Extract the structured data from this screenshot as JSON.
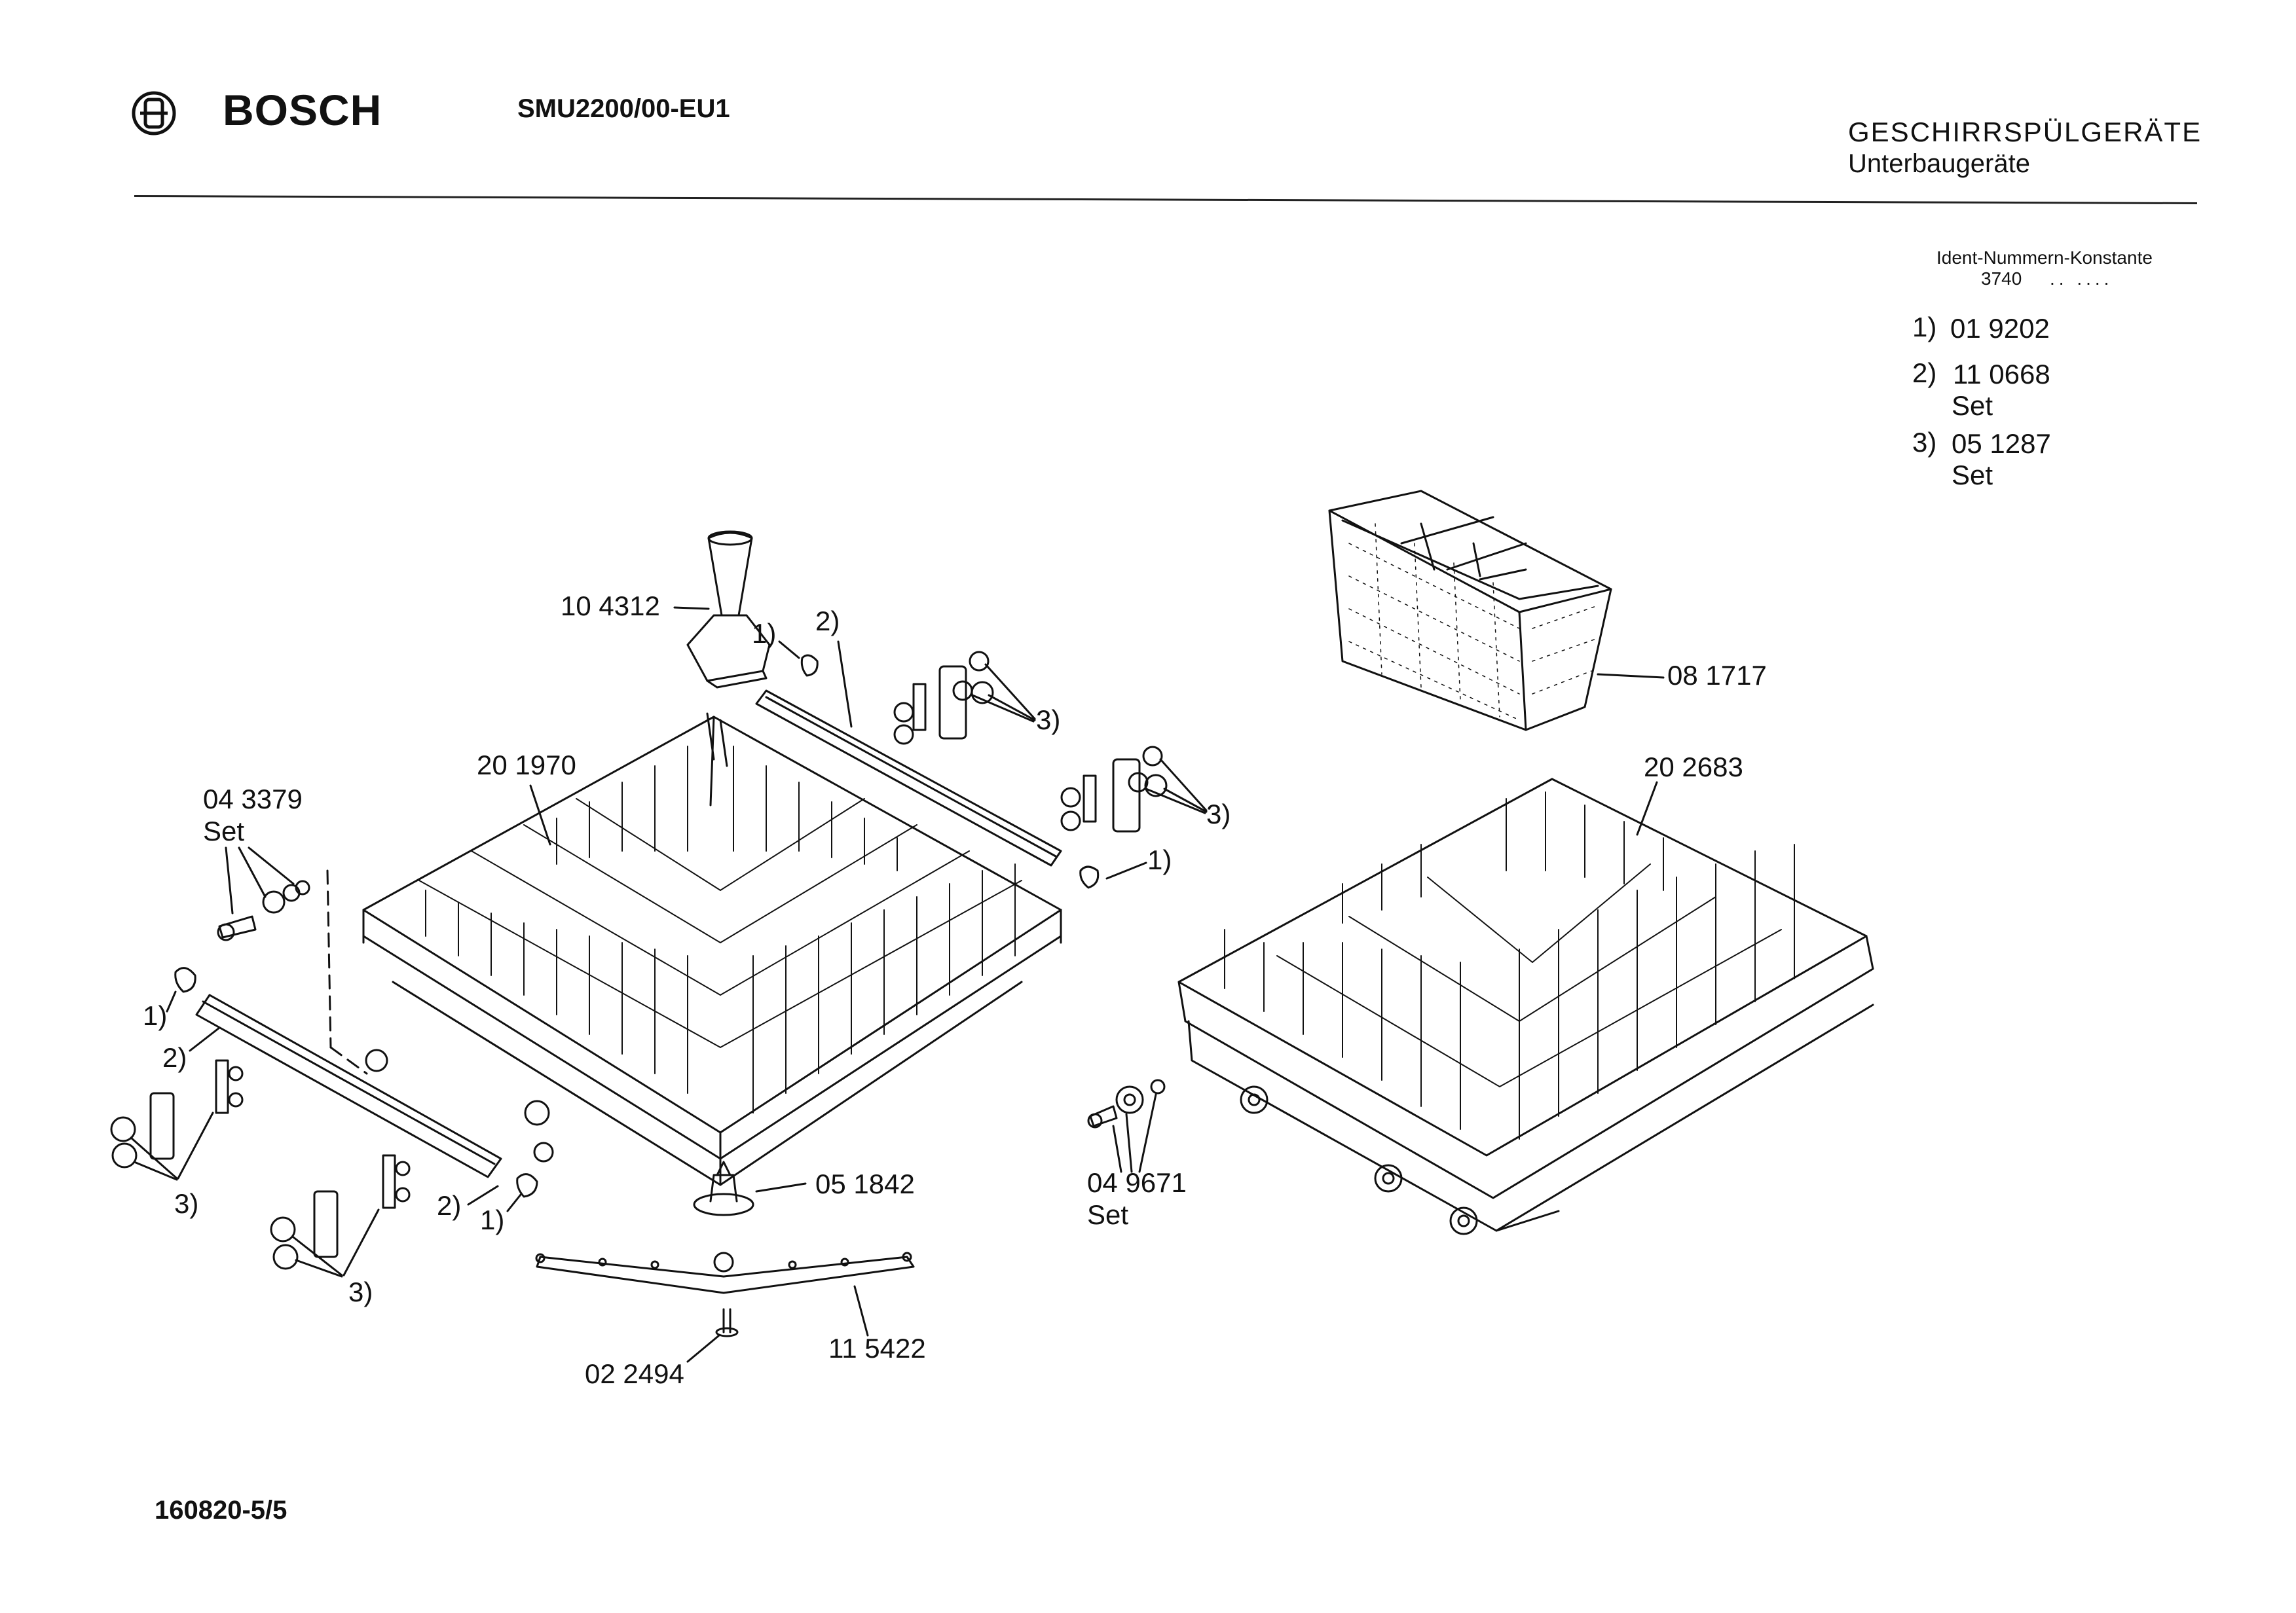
{
  "header": {
    "brand": "BOSCH",
    "model": "SMU2200/00-EU1",
    "category_line1": "GESCHIRRSPÜLGERÄTE",
    "category_line2": "Unterbaugeräte"
  },
  "ident": {
    "title": "Ident-Nummern-Konstante",
    "constant": "3740",
    "placeholder": ".. ...."
  },
  "legend": [
    {
      "marker": "1)",
      "number": "01 9202",
      "note": ""
    },
    {
      "marker": "2)",
      "number": "11 0668",
      "note": "Set"
    },
    {
      "marker": "3)",
      "number": "05 1287",
      "note": "Set"
    }
  ],
  "parts": {
    "p104312": "10 4312",
    "p201970": "20 1970",
    "p043379": "04 3379",
    "p043379_set": "Set",
    "p081717": "08 1717",
    "p202683": "20 2683",
    "p051842": "05 1842",
    "p049671": "04 9671",
    "p049671_set": "Set",
    "p115422": "11 5422",
    "p022494": "02 2494"
  },
  "refs": {
    "r1": "1)",
    "r2": "2)",
    "r3": "3)"
  },
  "footer": {
    "drawing_number": "160820-5/5"
  },
  "icons": {
    "logo": "bosch-armature-logo-icon"
  }
}
